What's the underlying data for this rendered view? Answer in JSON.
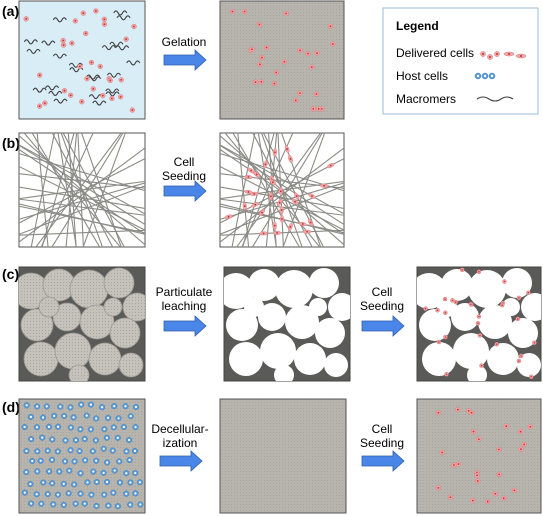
{
  "panels": {
    "a": {
      "label": "(a)",
      "step": [
        "Gelation"
      ]
    },
    "b": {
      "label": "(b)",
      "step": [
        "Cell",
        "Seeding"
      ]
    },
    "c": {
      "label": "(c)",
      "step1": [
        "Particulate",
        "leaching"
      ],
      "step2": [
        "Cell",
        "Seeding"
      ]
    },
    "d": {
      "label": "(d)",
      "step1": [
        "Decellular-",
        "ization"
      ],
      "step2": [
        "Cell",
        "Seeding"
      ]
    }
  },
  "legend": {
    "title": "Legend",
    "items": [
      "Delivered cells",
      "Host cells",
      "Macromers"
    ]
  },
  "colors": {
    "delivered_cell": "#f2a5a8",
    "delivered_nucleus": "#c0392b",
    "host_cell": "#5b9bd5",
    "host_nucleus": "#ffffff",
    "arrow": "#4a86e8",
    "arrow_edge": "#2f5fa8",
    "solution": "#d9edf7",
    "gel": "#b7b4ad",
    "scaffold_bg": "#5a5a58",
    "porogen": "#bfbdb7",
    "fiber": "#8b8b86",
    "macromer": "#404040"
  }
}
